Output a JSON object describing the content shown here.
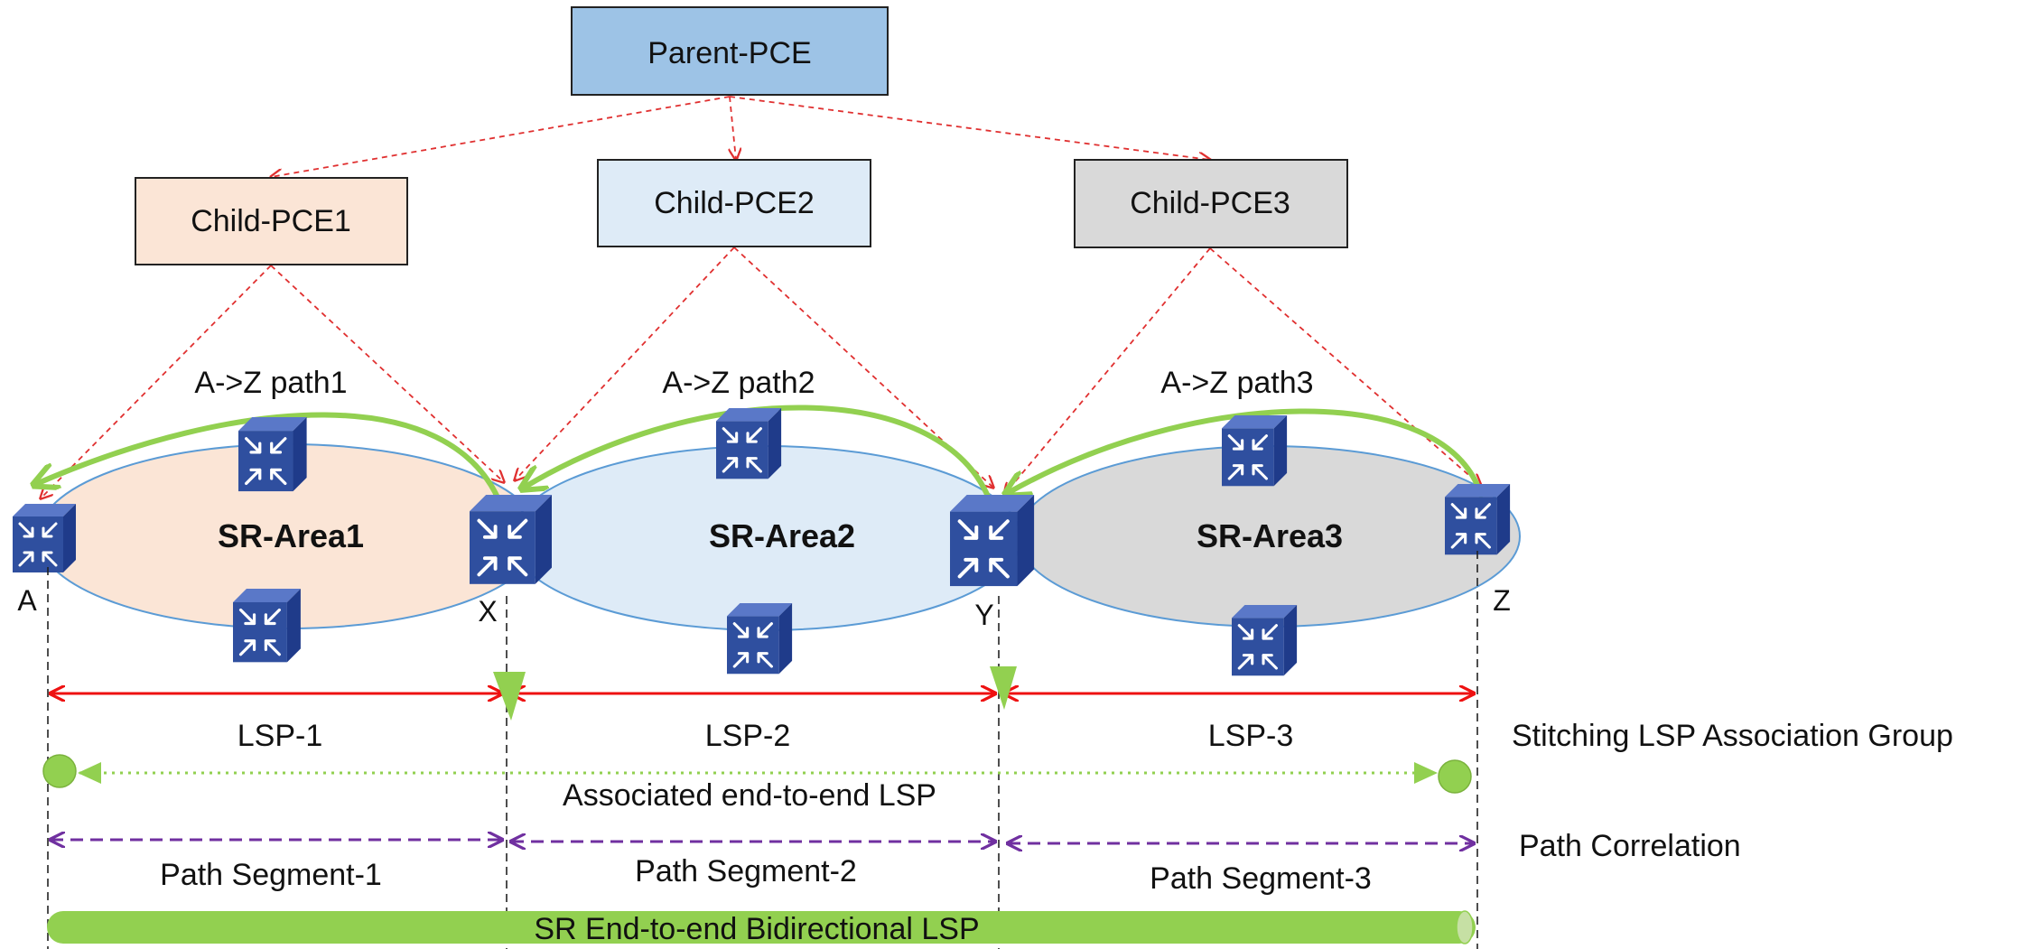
{
  "pce": {
    "parent": "Parent-PCE",
    "children": [
      "Child-PCE1",
      "Child-PCE2",
      "Child-PCE3"
    ]
  },
  "areas": [
    "SR-Area1",
    "SR-Area2",
    "SR-Area3"
  ],
  "paths": [
    "A->Z path1",
    "A->Z path2",
    "A->Z path3"
  ],
  "nodes": [
    "A",
    "X",
    "Y",
    "Z"
  ],
  "lsps": [
    "LSP-1",
    "LSP-2",
    "LSP-3"
  ],
  "associated_lsp": "Associated end-to-end LSP",
  "segments": [
    "Path Segment-1",
    "Path Segment-2",
    "Path Segment-3"
  ],
  "e2e_lsp": "SR End-to-end Bidirectional LSP",
  "side_labels": {
    "stitching": "Stitching LSP Association Group",
    "correlation": "Path Correlation"
  },
  "colors": {
    "parent_fill": "#9dc3e6",
    "child1_fill": "#fbe5d6",
    "child2_fill": "#deebf7",
    "child3_fill": "#d9d9d9",
    "area1_fill": "#fbe5d6",
    "area2_fill": "#deebf7",
    "area3_fill": "#d9d9d9",
    "area_stroke": "#5b9bd5",
    "router": "#2f4f9f",
    "pce_link": "#e03030",
    "green": "#92d050",
    "lsp_red": "#ee1111",
    "segment_purple": "#7030a0"
  }
}
